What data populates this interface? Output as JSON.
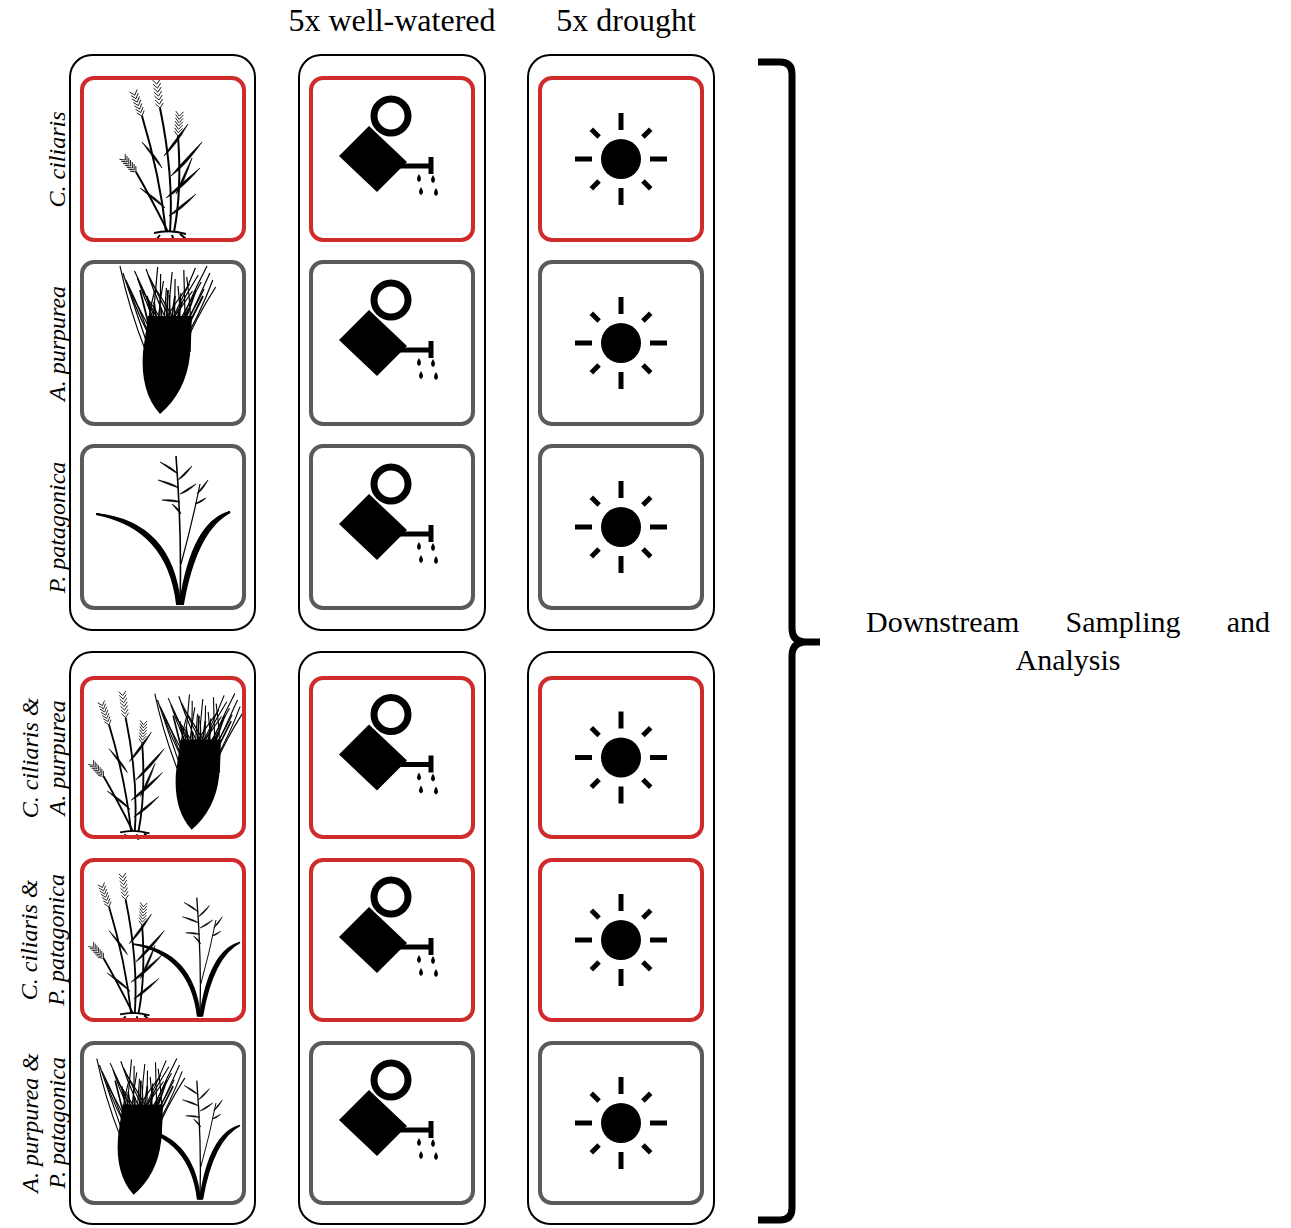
{
  "diagram": {
    "nodes": [
      {
        "text": [
          "C. ciliaris"
        ]
      },
      {
        "text": [
          "A. purpurea"
        ]
      },
      {
        "text": [
          "P. patagonica"
        ]
      },
      {
        "text": [
          "C. ciliaris & A. purpurea"
        ]
      },
      {
        "text": [
          "C. ciliaris & P. patagonica"
        ]
      },
      {
        "text": [
          "A. purpurea & P. patagonica"
        ]
      }
    ],
    "labels": [
      "5x well-watered",
      "5x drought",
      "Downstream Sampling and Analysis"
    ]
  }
}
